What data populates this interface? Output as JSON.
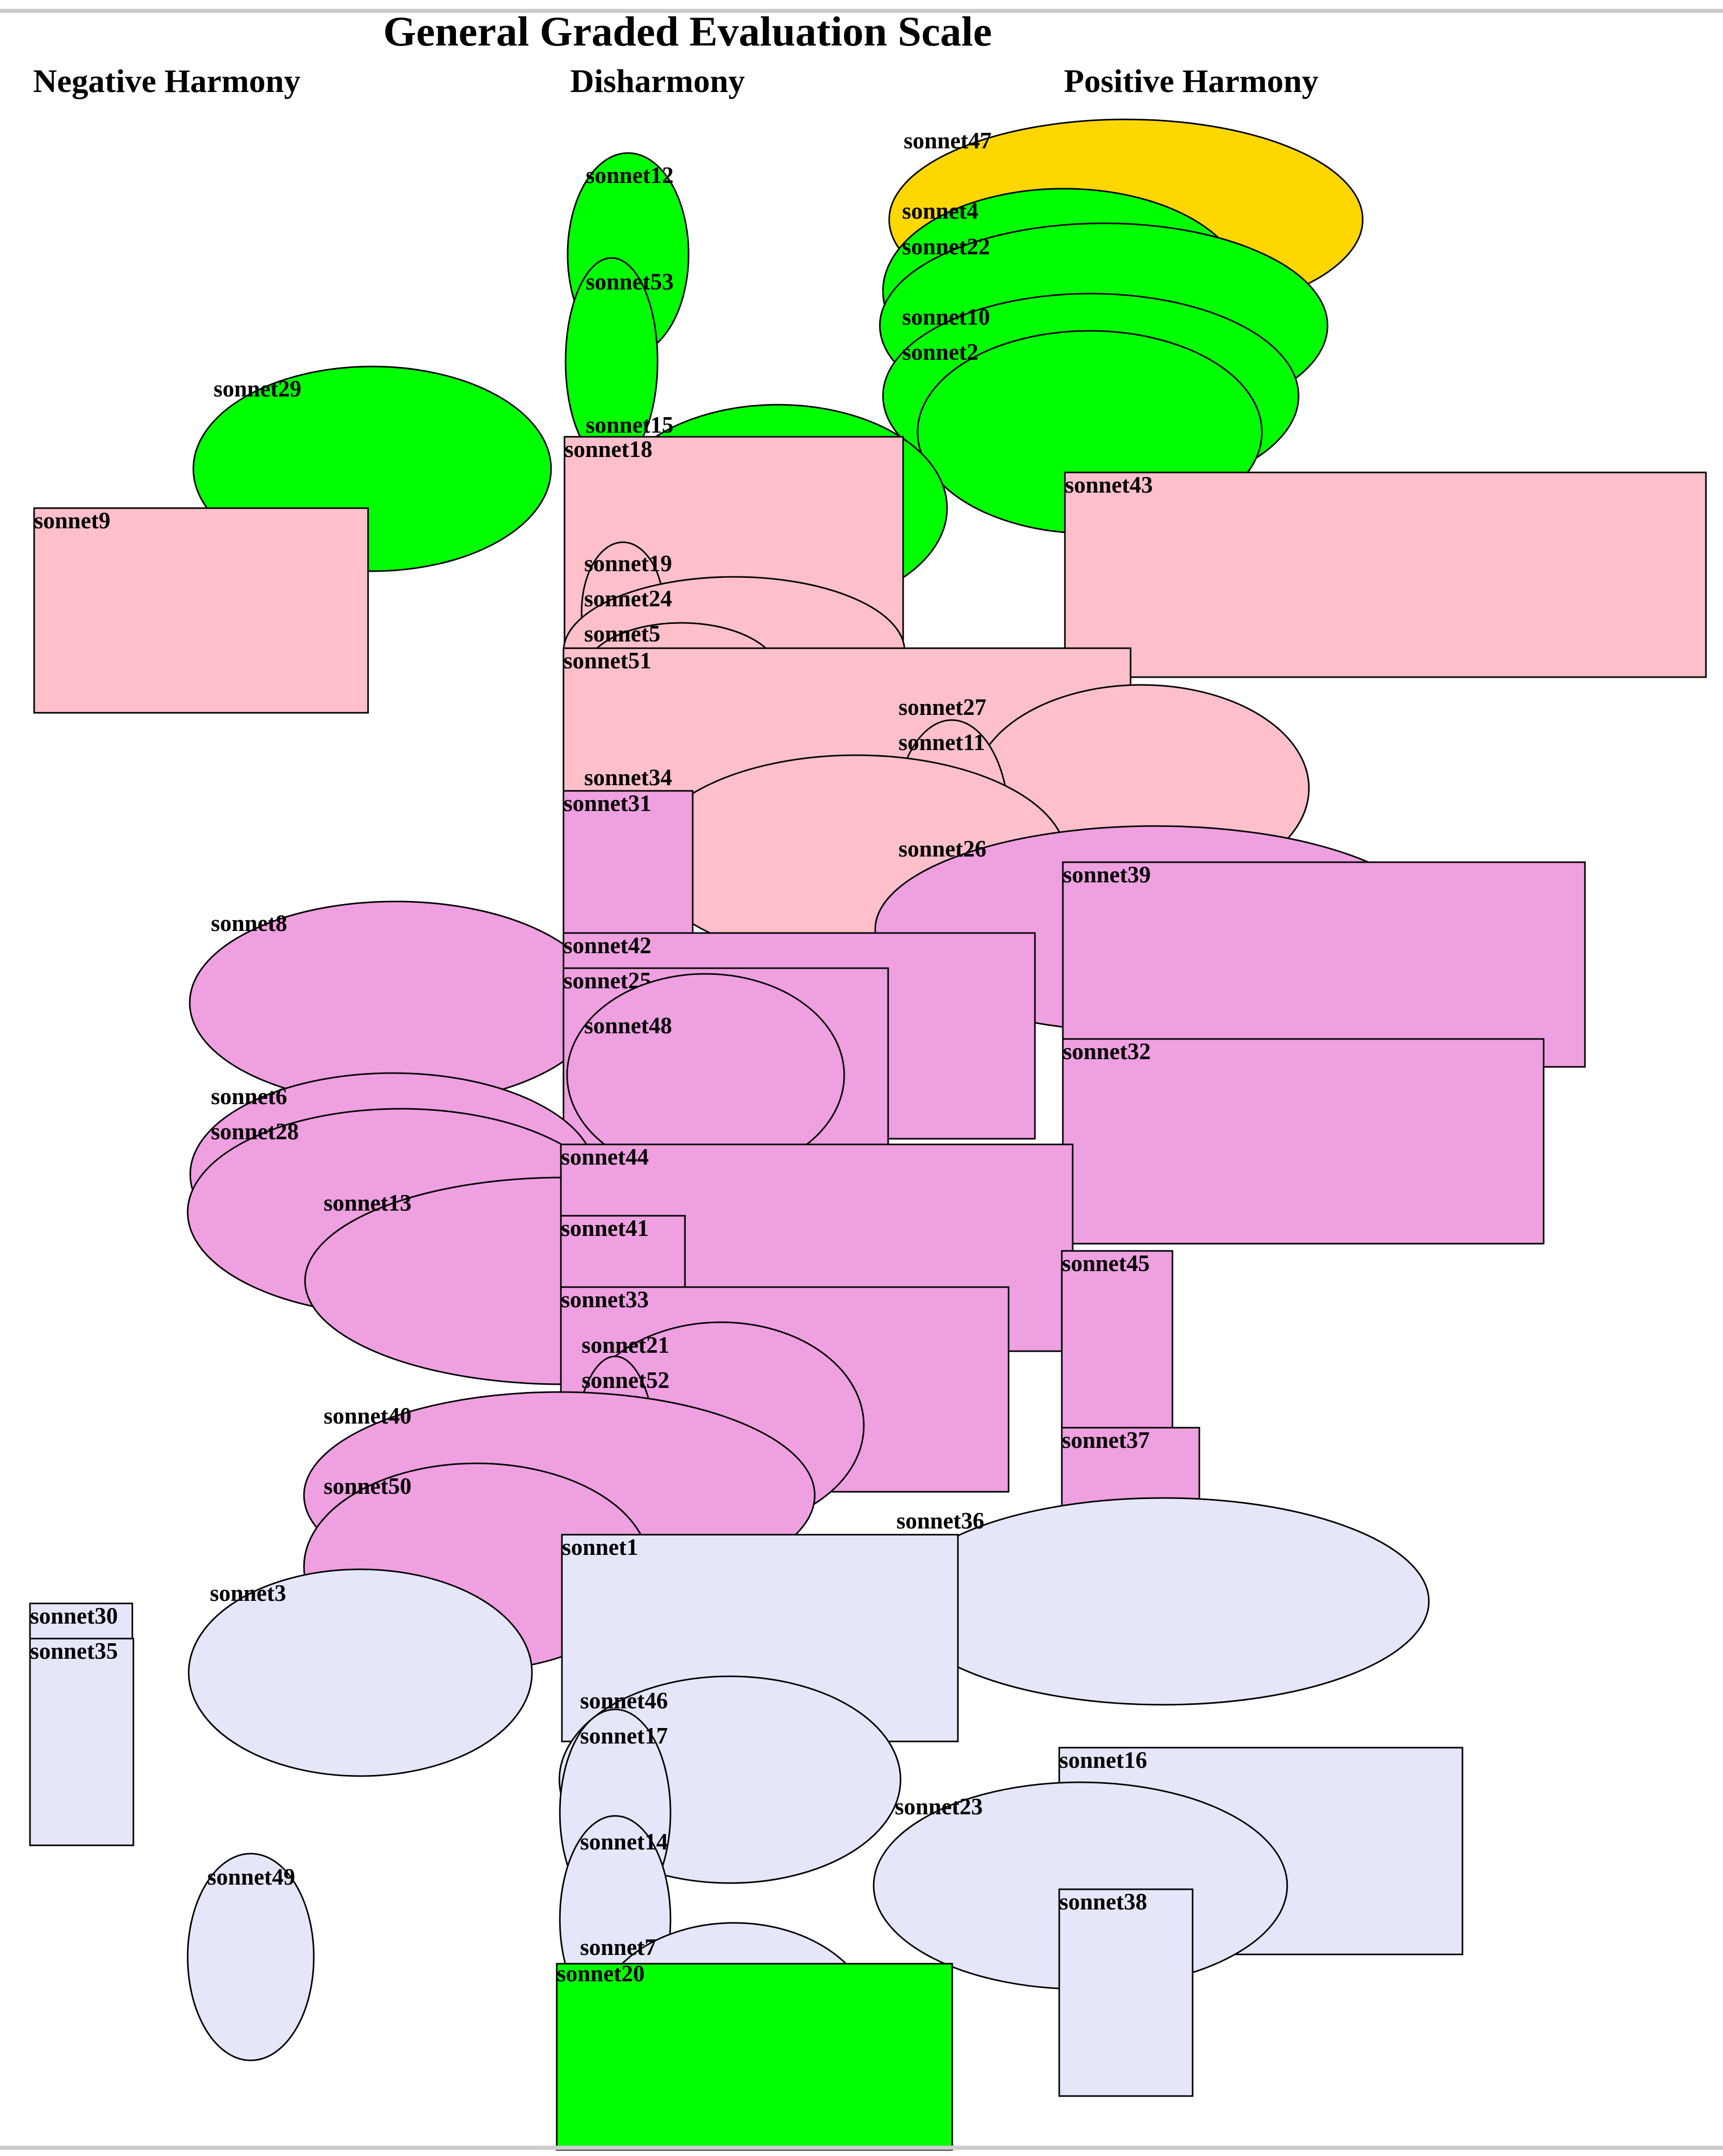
{
  "title": "General Graded Evaluation Scale",
  "column_headers": {
    "negative": "Negative Harmony",
    "disharmony": "Disharmony",
    "positive": "Positive Harmony"
  },
  "colors": {
    "green": "#00ff00",
    "gold": "#ffd700",
    "pink": "#ffc0cb",
    "violet": "#eea0e0",
    "lavender": "#e6e6fa",
    "rule": "#cccccc"
  },
  "items": [
    {
      "name": "sonnet47",
      "shape": "ellipse",
      "color": "gold"
    },
    {
      "name": "sonnet12",
      "shape": "ellipse",
      "color": "green"
    },
    {
      "name": "sonnet53",
      "shape": "ellipse",
      "color": "green"
    },
    {
      "name": "sonnet4",
      "shape": "ellipse",
      "color": "green"
    },
    {
      "name": "sonnet22",
      "shape": "ellipse",
      "color": "green"
    },
    {
      "name": "sonnet10",
      "shape": "ellipse",
      "color": "green"
    },
    {
      "name": "sonnet2",
      "shape": "ellipse",
      "color": "green"
    },
    {
      "name": "sonnet29",
      "shape": "ellipse",
      "color": "green"
    },
    {
      "name": "sonnet15",
      "shape": "ellipse",
      "color": "green"
    },
    {
      "name": "sonnet18",
      "shape": "rect",
      "color": "pink"
    },
    {
      "name": "sonnet9",
      "shape": "rect",
      "color": "pink"
    },
    {
      "name": "sonnet43",
      "shape": "rect",
      "color": "pink"
    },
    {
      "name": "sonnet19",
      "shape": "ellipse",
      "color": "pink"
    },
    {
      "name": "sonnet24",
      "shape": "ellipse",
      "color": "pink"
    },
    {
      "name": "sonnet5",
      "shape": "ellipse",
      "color": "pink"
    },
    {
      "name": "sonnet51",
      "shape": "rect",
      "color": "pink"
    },
    {
      "name": "sonnet27",
      "shape": "ellipse",
      "color": "pink"
    },
    {
      "name": "sonnet11",
      "shape": "ellipse",
      "color": "pink"
    },
    {
      "name": "sonnet34",
      "shape": "ellipse",
      "color": "pink"
    },
    {
      "name": "sonnet26",
      "shape": "ellipse",
      "color": "violet"
    },
    {
      "name": "sonnet31",
      "shape": "rect",
      "color": "violet"
    },
    {
      "name": "sonnet39",
      "shape": "rect",
      "color": "violet"
    },
    {
      "name": "sonnet8",
      "shape": "ellipse",
      "color": "violet"
    },
    {
      "name": "sonnet42",
      "shape": "rect",
      "color": "violet"
    },
    {
      "name": "sonnet25",
      "shape": "rect",
      "color": "violet"
    },
    {
      "name": "sonnet48",
      "shape": "ellipse",
      "color": "violet"
    },
    {
      "name": "sonnet32",
      "shape": "rect",
      "color": "violet"
    },
    {
      "name": "sonnet6",
      "shape": "ellipse",
      "color": "violet"
    },
    {
      "name": "sonnet28",
      "shape": "ellipse",
      "color": "violet"
    },
    {
      "name": "sonnet13",
      "shape": "ellipse",
      "color": "violet"
    },
    {
      "name": "sonnet44",
      "shape": "rect",
      "color": "violet"
    },
    {
      "name": "sonnet41",
      "shape": "rect",
      "color": "violet"
    },
    {
      "name": "sonnet45",
      "shape": "rect",
      "color": "violet"
    },
    {
      "name": "sonnet33",
      "shape": "rect",
      "color": "violet"
    },
    {
      "name": "sonnet21",
      "shape": "ellipse",
      "color": "violet"
    },
    {
      "name": "sonnet52",
      "shape": "ellipse",
      "color": "violet"
    },
    {
      "name": "sonnet40",
      "shape": "ellipse",
      "color": "violet"
    },
    {
      "name": "sonnet37",
      "shape": "rect",
      "color": "violet"
    },
    {
      "name": "sonnet50",
      "shape": "ellipse",
      "color": "violet"
    },
    {
      "name": "sonnet36",
      "shape": "ellipse",
      "color": "lavender"
    },
    {
      "name": "sonnet1",
      "shape": "rect",
      "color": "lavender"
    },
    {
      "name": "sonnet3",
      "shape": "ellipse",
      "color": "lavender"
    },
    {
      "name": "sonnet30",
      "shape": "rect",
      "color": "lavender"
    },
    {
      "name": "sonnet35",
      "shape": "rect",
      "color": "lavender"
    },
    {
      "name": "sonnet46",
      "shape": "ellipse",
      "color": "lavender"
    },
    {
      "name": "sonnet17",
      "shape": "ellipse",
      "color": "lavender"
    },
    {
      "name": "sonnet16",
      "shape": "rect",
      "color": "lavender"
    },
    {
      "name": "sonnet23",
      "shape": "ellipse",
      "color": "lavender"
    },
    {
      "name": "sonnet14",
      "shape": "ellipse",
      "color": "lavender"
    },
    {
      "name": "sonnet38",
      "shape": "rect",
      "color": "lavender"
    },
    {
      "name": "sonnet49",
      "shape": "ellipse",
      "color": "lavender"
    },
    {
      "name": "sonnet7",
      "shape": "ellipse",
      "color": "lavender"
    },
    {
      "name": "sonnet20",
      "shape": "rect",
      "color": "green"
    }
  ]
}
